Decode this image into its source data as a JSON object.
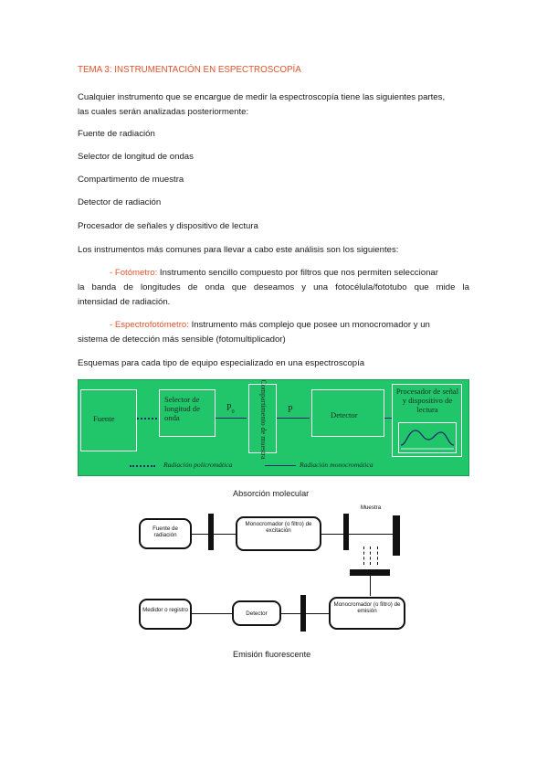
{
  "title": "TEMA 3: INSTRUMENTACIÓN EN ESPECTROSCOPÍA",
  "intro": {
    "line1": "Cualquier instrumento que se encargue de medir la espectroscopía  tiene las siguientes partes,",
    "line2": "las cuales serán analizadas posteriormente:"
  },
  "parts": [
    "Fuente de radiación",
    "Selector de longitud de ondas",
    "Compartimento de muestra",
    "Detector de radiación",
    "Procesador de señales y dispositivo de lectura"
  ],
  "common_instruments_intro": "Los instrumentos más comunes para llevar a cabo este análisis son los siguientes:",
  "fotometro": {
    "term": "- Fotómetro:",
    "line1": "Instrumento sencillo compuesto por filtros que nos permiten seleccionar",
    "line2": "la banda de longitudes de onda que deseamos y una fotocélula/fototubo que mide la",
    "line3": "intensidad de radiación."
  },
  "espectrofotometro": {
    "term": "- Espectrofotómetro:",
    "line1": "Instrumento más complejo que posee un monocromador y un",
    "line2": "sistema de detección más sensible (fotomultiplicador)"
  },
  "schemes_heading": "Esquemas para cada tipo de equipo especializado en una espectroscopía",
  "absorption_diagram": {
    "source": "Fuente",
    "selector": "Selector de longitud de onda",
    "p0": "P",
    "p0_sub": "0",
    "compartment": "Compartimento de muestra",
    "p": "P",
    "detector": "Detector",
    "processor": "Procesador de señal y dispositivo de lectura",
    "legend_poly": "Radiación policromática",
    "legend_mono": "Radiación monocromática",
    "caption": "Absorción molecular",
    "colors": {
      "background": "#22c66a",
      "lines": "#ffffff",
      "trace": "#1a2a6c"
    }
  },
  "emission_diagram": {
    "source": "Fuente de radiación",
    "mono_excitation": "Monocromador (o filtro) de excitación",
    "sample": "Muestra",
    "mono_emission": "Monocromador (o filtro) de emisión",
    "detector": "Detector",
    "meter": "Medidor o registro",
    "caption": "Emisión fluorescente"
  }
}
